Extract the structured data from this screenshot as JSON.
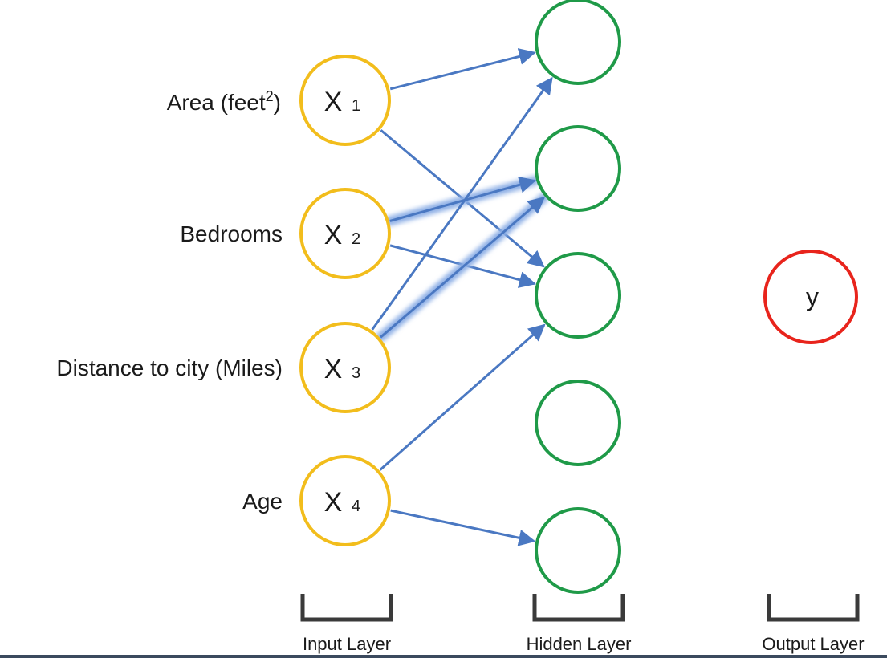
{
  "colors": {
    "input_node": "#f2bd1c",
    "hidden_node": "#1f9a48",
    "output_node": "#e8241c",
    "edge": "#4a78c2",
    "edge_highlight": "#8fb0e6",
    "bracket": "#3a3a3a",
    "text": "#1a1a1a"
  },
  "input_layer": {
    "label": "Input Layer",
    "features": [
      {
        "label": "Area (feet",
        "superscript": "2",
        "label_suffix": ")",
        "node": "X",
        "subscript": "1"
      },
      {
        "label": "Bedrooms",
        "node": "X",
        "subscript": "2"
      },
      {
        "label": "Distance to city (Miles)",
        "node": "X",
        "subscript": "3"
      },
      {
        "label": "Age",
        "node": "X",
        "subscript": "4"
      }
    ]
  },
  "hidden_layer": {
    "label": "Hidden Layer",
    "node_count": 5
  },
  "output_layer": {
    "label": "Output Layer",
    "node": "y"
  },
  "connections": [
    {
      "from": 1,
      "to": 1,
      "highlight": false
    },
    {
      "from": 1,
      "to": 3,
      "highlight": false
    },
    {
      "from": 2,
      "to": 2,
      "highlight": true
    },
    {
      "from": 2,
      "to": 3,
      "highlight": false
    },
    {
      "from": 3,
      "to": 1,
      "highlight": false
    },
    {
      "from": 3,
      "to": 2,
      "highlight": true
    },
    {
      "from": 4,
      "to": 3,
      "highlight": false
    },
    {
      "from": 4,
      "to": 5,
      "highlight": false
    }
  ]
}
